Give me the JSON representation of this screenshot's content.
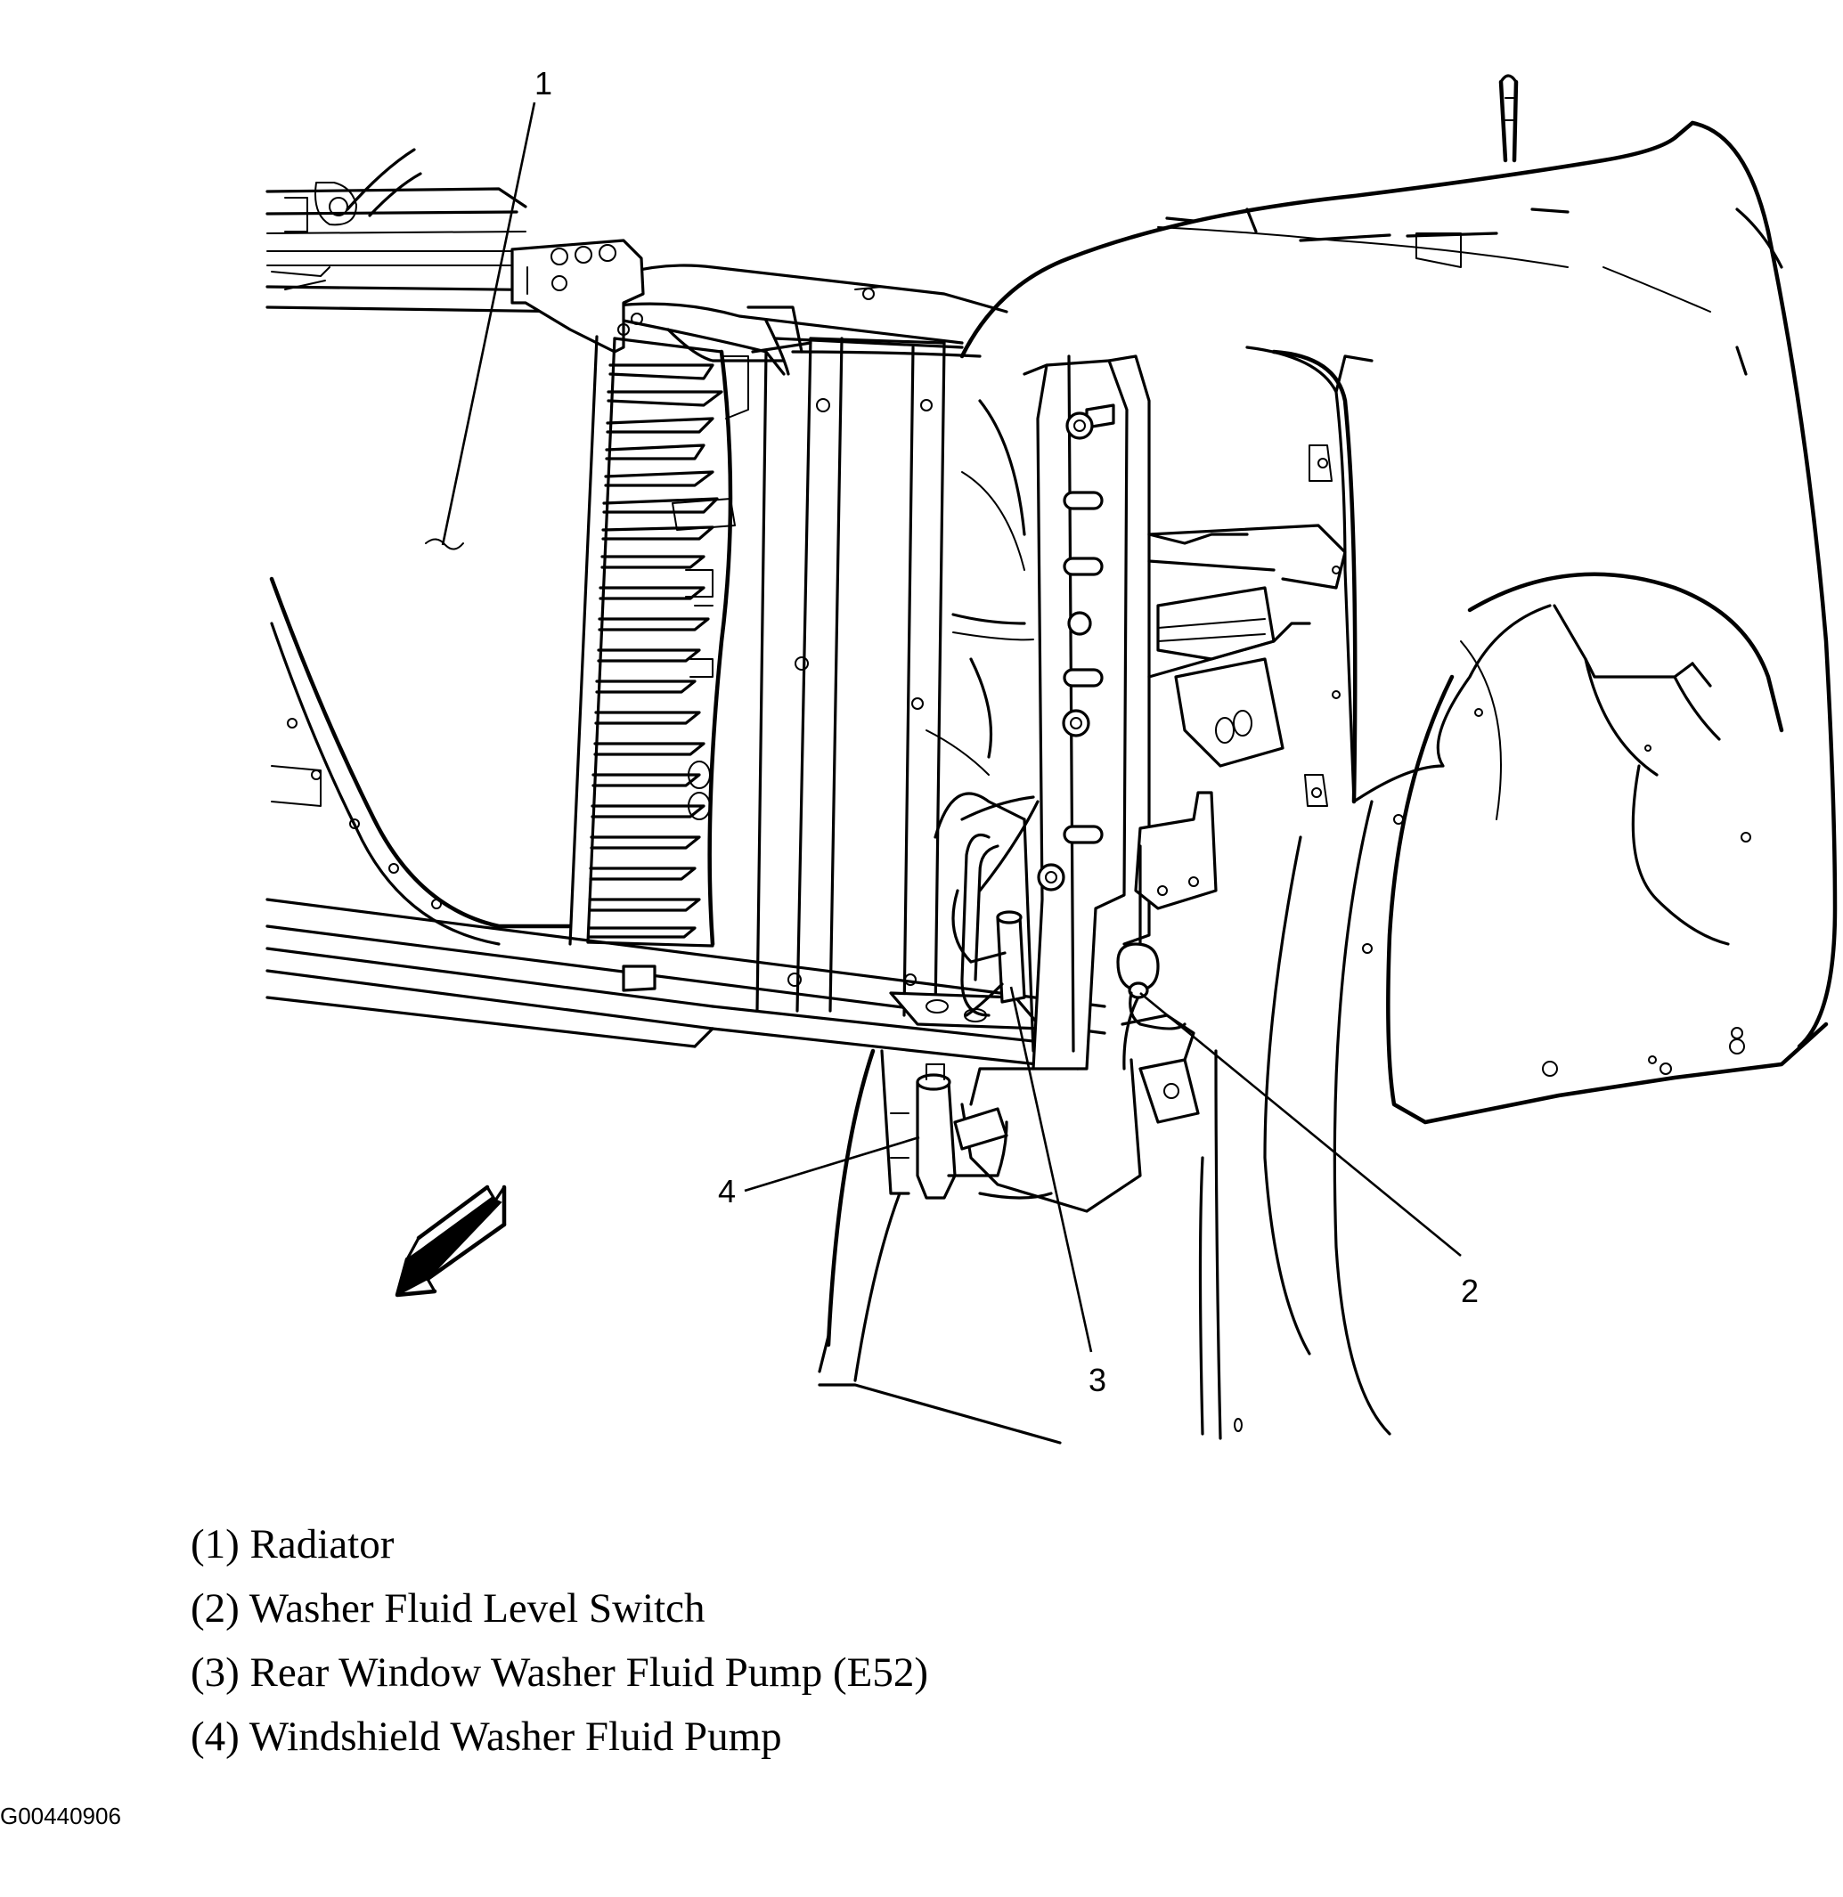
{
  "callouts": {
    "c1": "1",
    "c2": "2",
    "c3": "3",
    "c4": "4"
  },
  "legend": {
    "items": [
      "(1) Radiator",
      "(2) Washer Fluid Level Switch",
      "(3) Rear Window Washer Fluid Pump (E52)",
      "(4) Windshield Washer Fluid Pump"
    ]
  },
  "figure_id": "G00440906",
  "colors": {
    "ink": "#000000",
    "paper": "#ffffff"
  },
  "icons": {
    "direction": "front-direction-arrow-icon"
  }
}
